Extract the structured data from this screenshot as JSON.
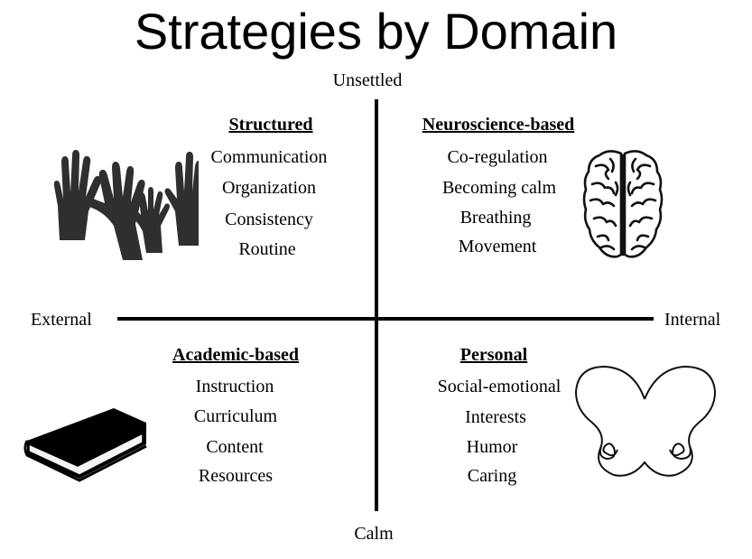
{
  "title": "Strategies by Domain",
  "axes": {
    "top": "Unsettled",
    "bottom": "Calm",
    "left": "External",
    "right": "Internal"
  },
  "quadrants": {
    "top_left": {
      "title": "Structured",
      "items": [
        "Communication",
        "Organization",
        "Consistency",
        "Routine"
      ],
      "icon": "raised-hands-icon"
    },
    "top_right": {
      "title": "Neuroscience-based",
      "items": [
        "Co-regulation",
        "Becoming calm",
        "Breathing",
        "Movement"
      ],
      "icon": "brain-icon"
    },
    "bottom_left": {
      "title": "Academic-based",
      "items": [
        "Instruction",
        "Curriculum",
        "Content",
        "Resources"
      ],
      "icon": "book-icon"
    },
    "bottom_right": {
      "title": "Personal",
      "items": [
        "Social-emotional",
        "Interests",
        "Humor",
        "Caring"
      ],
      "icon": "heart-icon"
    }
  }
}
